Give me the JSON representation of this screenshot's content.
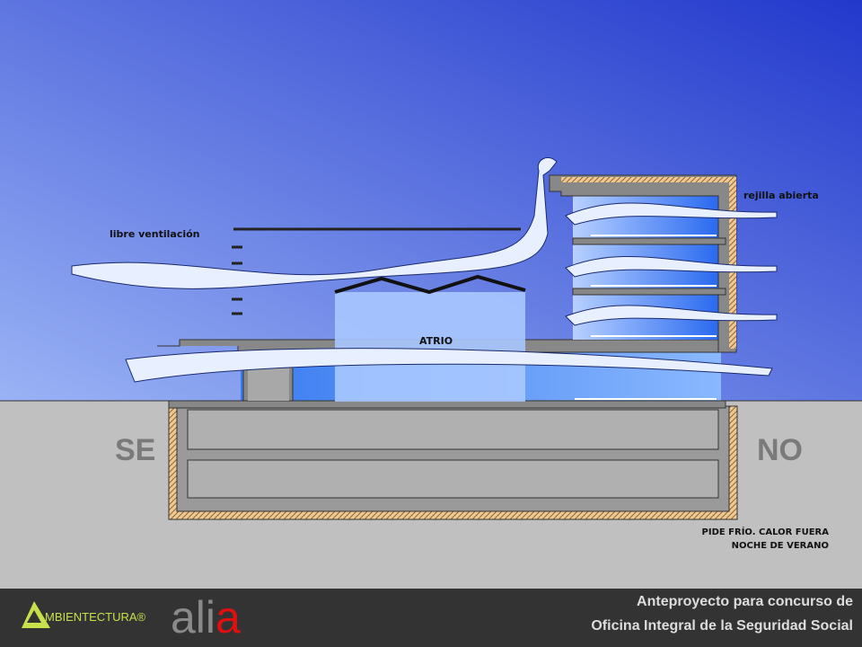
{
  "labels": {
    "ventilation": "libre ventilación",
    "atrium": "ATRIO",
    "grille": "rejilla abierta",
    "southeast": "SE",
    "northwest": "NO",
    "note_line1": "PIDE FRÍO. CALOR FUERA",
    "note_line2": "NOCHE DE VERANO"
  },
  "footer": {
    "logo_text": "MBIENTECTURA®",
    "brand_gray": "ali",
    "brand_red": "a",
    "title_line1": "Anteproyecto para concurso de",
    "title_line2": "Oficina Integral de la Seguridad Social"
  },
  "colors": {
    "sky_light": "#8ea8f2",
    "sky_dark": "#2c3fd2",
    "ground": "#c0c0c0",
    "footer": "#333333",
    "accent_red": "#e01010",
    "logo_green": "#c8e04a"
  }
}
